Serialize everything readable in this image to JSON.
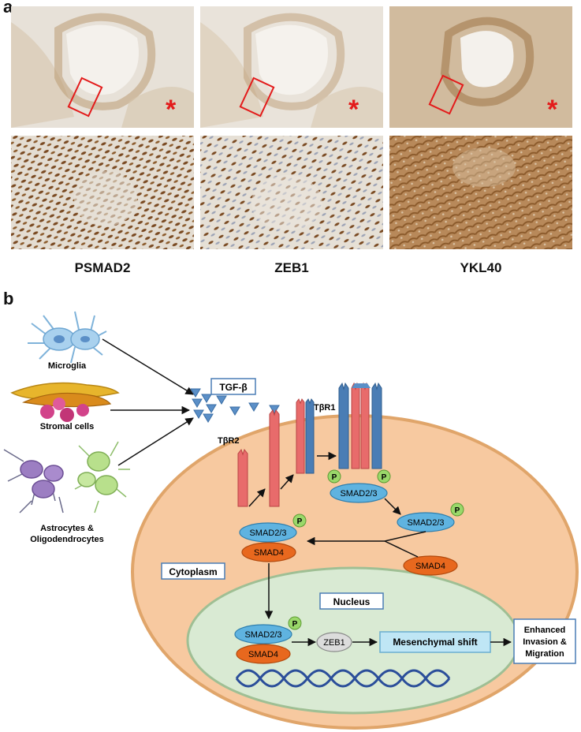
{
  "panel_a": {
    "letter": "a",
    "stains": [
      {
        "label": "PSMAD2"
      },
      {
        "label": "ZEB1"
      },
      {
        "label": "YKL40"
      }
    ],
    "marker_symbol": "*",
    "colors": {
      "tile_bg": "#e3dcd2",
      "stain_brown": "#8b5a2b",
      "marker": "#e31b1b"
    }
  },
  "panel_b": {
    "letter": "b",
    "cell_labels": {
      "microglia": "Microglia",
      "stromal": "Stromal cells",
      "astro_line1": "Astrocytes &",
      "astro_line2": "Oligodendrocytes"
    },
    "ligand_label": "TGF-β",
    "receptor1_label": "TβR1",
    "receptor2_label": "TβR2",
    "phospho_label": "P",
    "smad23_label": "SMAD2/3",
    "smad4_label": "SMAD4",
    "zeb1_label": "ZEB1",
    "cytoplasm_label": "Cytoplasm",
    "nucleus_label": "Nucleus",
    "mesenchymal_label": "Mesenchymal shift",
    "outcome_line1": "Enhanced",
    "outcome_line2": "Invasion &",
    "outcome_line3": "Migration",
    "colors": {
      "cytoplasm": "#f7c9a0",
      "nucleus": "#d9ead3",
      "receptor_red": "#e86b6b",
      "receptor_blue": "#4a7db5",
      "ligand": "#5b8fc7",
      "smad23": "#5fb3e0",
      "smad4": "#e8681e",
      "phospho": "#9ad86a",
      "zeb1": "#dcdcdc",
      "mesenchymal": "#bfe6f5",
      "dna": "#2b4e9a"
    }
  }
}
